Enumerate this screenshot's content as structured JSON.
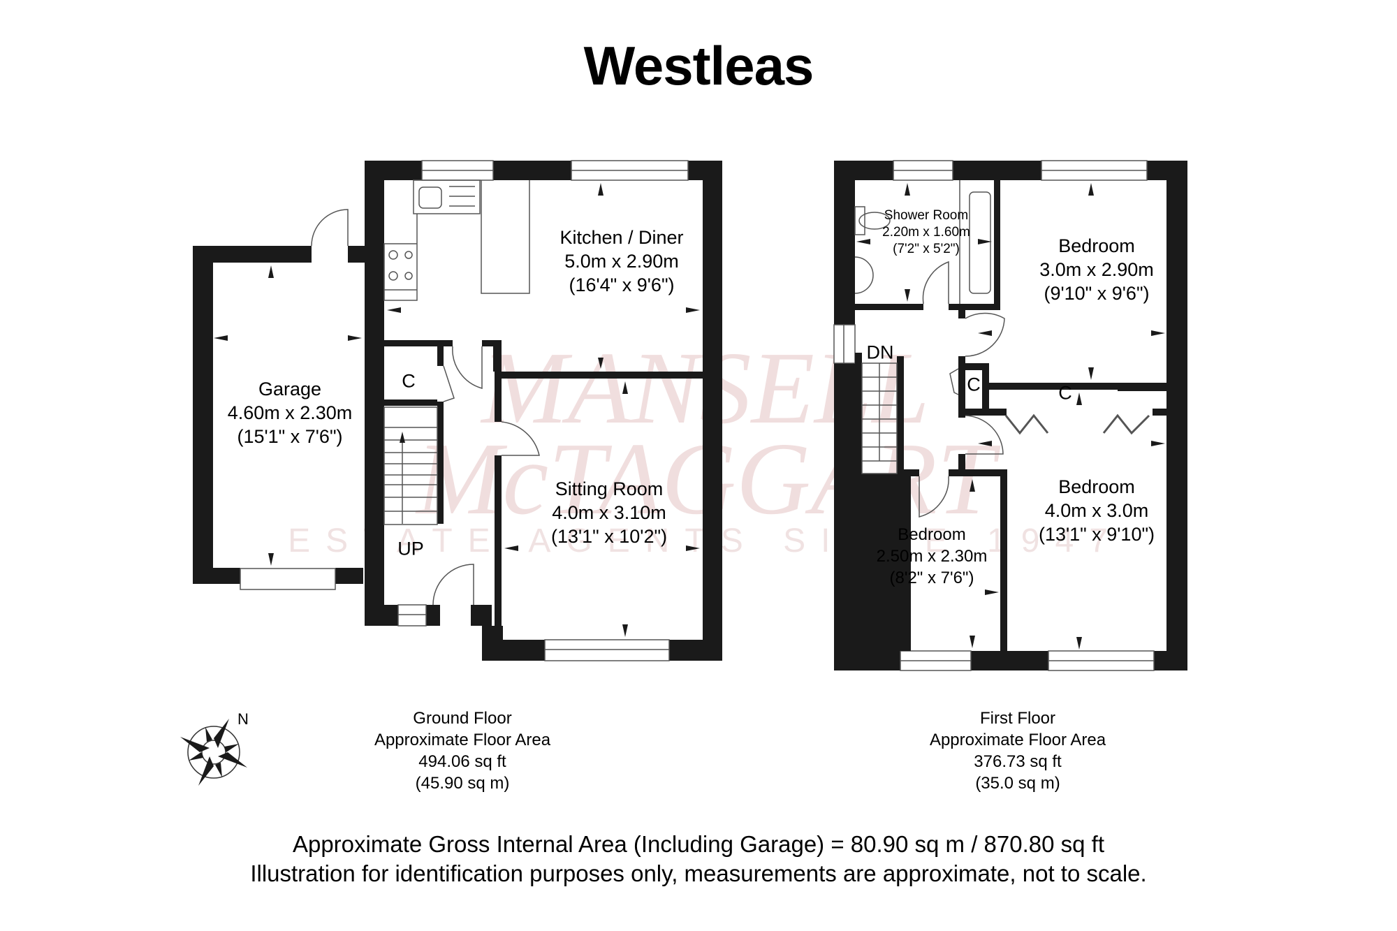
{
  "title": "Westleas",
  "watermark": {
    "line1": "MANSELL",
    "line2": "McTAGGART",
    "line3": "ESTATE AGENTS SINCE 1947",
    "color": "#f0dede"
  },
  "ground_floor": {
    "rooms": [
      {
        "name": "Kitchen / Diner",
        "metric": "5.0m x 2.90m",
        "imperial": "(16'4\" x 9'6\")"
      },
      {
        "name": "Garage",
        "metric": "4.60m x 2.30m",
        "imperial": "(15'1\" x 7'6\")"
      },
      {
        "name": "Sitting Room",
        "metric": "4.0m x 3.10m",
        "imperial": "(13'1\" x 10'2\")"
      }
    ],
    "cupboard_label": "C",
    "stairs_label": "UP",
    "info": {
      "heading": "Ground Floor",
      "subheading": "Approximate Floor Area",
      "sq_ft": "494.06 sq ft",
      "sq_m": "(45.90 sq m)"
    }
  },
  "first_floor": {
    "rooms": [
      {
        "name": "Shower Room",
        "metric": "2.20m x 1.60m",
        "imperial": "(7'2\" x 5'2\")"
      },
      {
        "name": "Bedroom",
        "metric": "3.0m x 2.90m",
        "imperial": "(9'10\" x 9'6\")"
      },
      {
        "name": "Bedroom",
        "metric": "4.0m x 3.0m",
        "imperial": "(13'1\" x 9'10\")"
      },
      {
        "name": "Bedroom",
        "metric": "2.50m x 2.30m",
        "imperial": "(8'2\" x 7'6\")"
      }
    ],
    "cupboard_labels": [
      "C",
      "C"
    ],
    "stairs_label": "DN",
    "info": {
      "heading": "First Floor",
      "subheading": "Approximate Floor Area",
      "sq_ft": "376.73 sq ft",
      "sq_m": "(35.0 sq m)"
    }
  },
  "compass": {
    "icon": "compass-rose-icon",
    "label": "N"
  },
  "footer": {
    "gross_area": "Approximate Gross Internal Area (Including Garage) = 80.90 sq m / 870.80 sq ft",
    "disclaimer": "Illustration for identification purposes only, measurements are approximate, not to scale."
  },
  "colors": {
    "wall": "#1a1a1a",
    "line": "#555555",
    "text": "#000000"
  }
}
